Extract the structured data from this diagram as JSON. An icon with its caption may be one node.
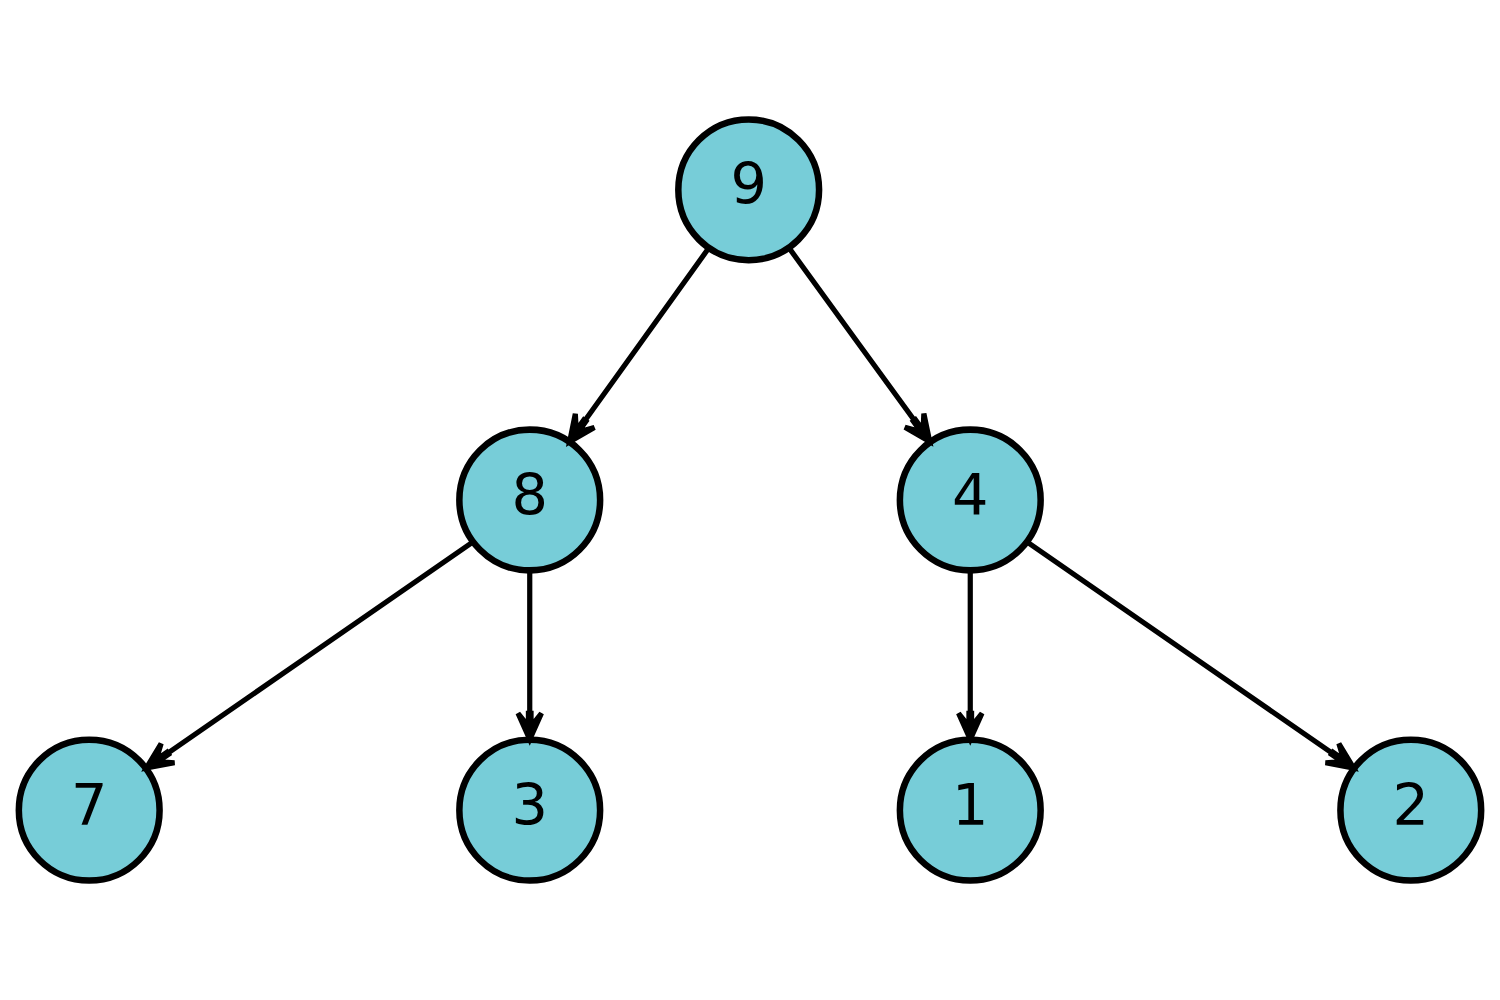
{
  "diagram": {
    "nodes": [
      {
        "text": [
          "9"
        ]
      },
      {
        "text": [
          "8"
        ]
      },
      {
        "text": [
          "4"
        ]
      },
      {
        "text": [
          "7"
        ]
      },
      {
        "text": [
          "3"
        ]
      },
      {
        "text": [
          "1"
        ]
      },
      {
        "text": [
          "2"
        ]
      }
    ],
    "edges": [
      {
        "from": 0,
        "to": 1,
        "arrow": "to"
      },
      {
        "from": 0,
        "to": 2,
        "arrow": "to"
      },
      {
        "from": 1,
        "to": 3,
        "arrow": "to"
      },
      {
        "from": 1,
        "to": 4,
        "arrow": "to"
      },
      {
        "from": 2,
        "to": 5,
        "arrow": "to"
      },
      {
        "from": 2,
        "to": 6,
        "arrow": "to"
      }
    ]
  }
}
